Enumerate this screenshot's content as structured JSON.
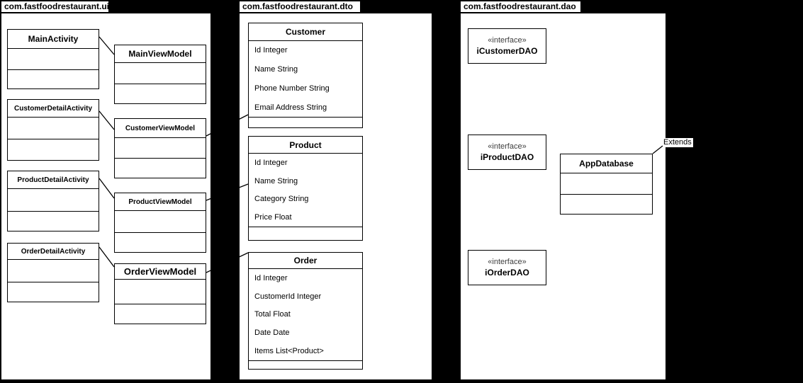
{
  "colors": {
    "background": "#000000",
    "package_fill": "#ffffff",
    "border": "#000000",
    "connector_black": "#000000",
    "connector_blue": "#6666ff"
  },
  "ui": {
    "label": "com.fastfoodrestaurant.ui",
    "classes": {
      "main_activity": {
        "title": "MainActivity"
      },
      "main_view_model": {
        "title": "MainViewModel"
      },
      "customer_detail_activity": {
        "title": "CustomerDetailActivity"
      },
      "customer_view_model": {
        "title": "CustomerViewModel"
      },
      "product_detail_activity": {
        "title": "ProductDetailActivity"
      },
      "product_view_model": {
        "title": "ProductViewModel"
      },
      "order_detail_activity": {
        "title": "OrderDetailActivity"
      },
      "order_view_model": {
        "title": "OrderViewModel"
      }
    }
  },
  "dto": {
    "label": "com.fastfoodrestaurant.dto",
    "classes": {
      "customer": {
        "title": "Customer",
        "fields": [
          "Id Integer",
          "Name String",
          "Phone Number String",
          "Email Address String"
        ]
      },
      "product": {
        "title": "Product",
        "fields": [
          "Id Integer",
          "Name String",
          "Category String",
          "Price Float"
        ]
      },
      "order": {
        "title": "Order",
        "fields": [
          "Id Integer",
          "CustomerId Integer",
          "Total Float",
          "Date Date",
          "Items List<Product>"
        ]
      }
    }
  },
  "dao": {
    "label": "com.fastfoodrestaurant.dao",
    "interfaces": {
      "customer": {
        "stereotype": "«interface»",
        "name": "iCustomerDAO"
      },
      "product": {
        "stereotype": "«interface»",
        "name": "iProductDAO"
      },
      "order": {
        "stereotype": "«interface»",
        "name": "iOrderDAO"
      }
    },
    "app_database": {
      "title": "AppDatabase"
    },
    "extends_label": "Extends"
  },
  "connectors": [
    {
      "from": "MainActivity",
      "to": "MainViewModel",
      "color": "#000000"
    },
    {
      "from": "CustomerDetailActivity",
      "to": "CustomerViewModel",
      "color": "#000000"
    },
    {
      "from": "ProductDetailActivity",
      "to": "ProductViewModel",
      "color": "#000000"
    },
    {
      "from": "OrderDetailActivity",
      "to": "OrderViewModel",
      "color": "#000000"
    },
    {
      "from": "CustomerViewModel",
      "to": "Customer",
      "color": "#6666ff"
    },
    {
      "from": "ProductViewModel",
      "to": "Product",
      "color": "#6666ff"
    },
    {
      "from": "OrderViewModel",
      "to": "Order",
      "color": "#6666ff"
    },
    {
      "from": "AppDatabase",
      "to": "Extends",
      "color": "#000000"
    }
  ]
}
